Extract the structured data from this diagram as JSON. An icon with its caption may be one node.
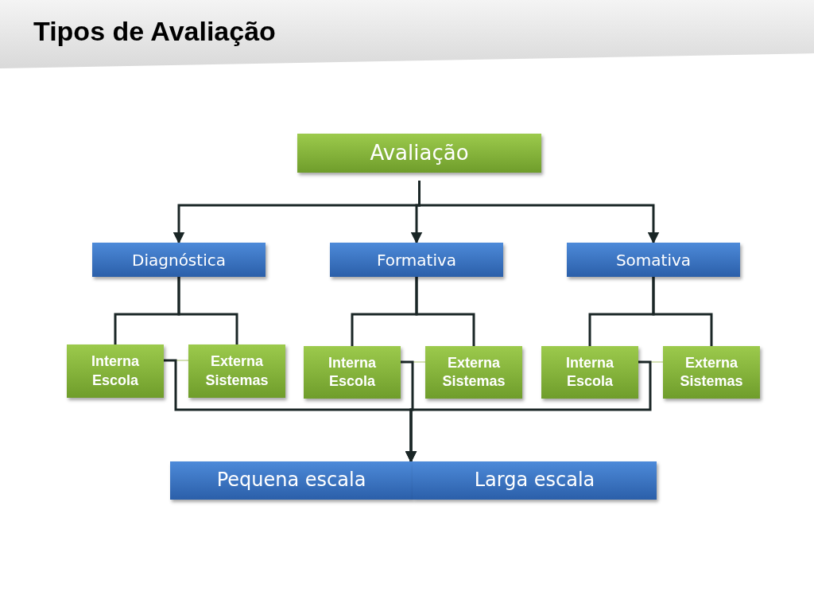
{
  "diagram": {
    "title": "Tipos de Avaliação",
    "nodes": [
      {
        "text": [
          "Avaliação"
        ]
      },
      {
        "text": [
          "Diagnóstica"
        ]
      },
      {
        "text": [
          "Formativa"
        ]
      },
      {
        "text": [
          "Somativa"
        ]
      },
      {
        "text": [
          "Interna Escola"
        ]
      },
      {
        "text": [
          "Externa Sistemas"
        ]
      },
      {
        "text": [
          "Interna Escola"
        ]
      },
      {
        "text": [
          "Externa Sistemas"
        ]
      },
      {
        "text": [
          "Interna Escola"
        ]
      },
      {
        "text": [
          "Externa Sistemas"
        ]
      },
      {
        "text": [
          "Pequena escala"
        ]
      },
      {
        "text": [
          "Larga escala"
        ]
      }
    ],
    "edges": [
      {
        "from": 0,
        "to": 1,
        "arrow": "to"
      },
      {
        "from": 0,
        "to": 2,
        "arrow": "to"
      },
      {
        "from": 0,
        "to": 3,
        "arrow": "to"
      },
      {
        "from": 1,
        "to": 4,
        "arrow": "none"
      },
      {
        "from": 1,
        "to": 5,
        "arrow": "none"
      },
      {
        "from": 2,
        "to": 6,
        "arrow": "none"
      },
      {
        "from": 2,
        "to": 7,
        "arrow": "none"
      },
      {
        "from": 3,
        "to": 8,
        "arrow": "none"
      },
      {
        "from": 3,
        "to": 9,
        "arrow": "none"
      },
      {
        "from": 4,
        "to": 5,
        "arrow": "none",
        "color": "#d4e0b4"
      },
      {
        "from": 6,
        "to": 7,
        "arrow": "none",
        "color": "#d4e0b4"
      },
      {
        "from": 8,
        "to": 9,
        "arrow": "none",
        "color": "#d4e0b4"
      },
      {
        "from": 4,
        "to": 10,
        "arrow": "to"
      },
      {
        "from": 6,
        "to": 10,
        "arrow": "to"
      },
      {
        "from": 8,
        "to": 10,
        "arrow": "to"
      }
    ]
  }
}
